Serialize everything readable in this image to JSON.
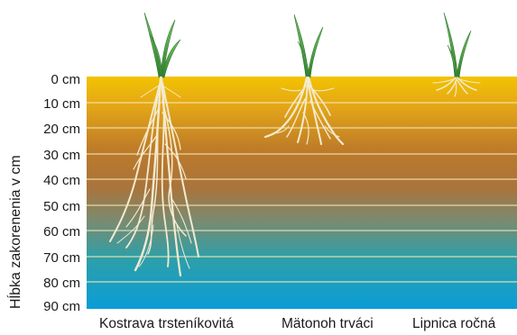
{
  "y_axis_label": "Hĺbka zakorenenia v cm",
  "depth_ticks": [
    "0 cm",
    "10 cm",
    "20 cm",
    "30 cm",
    "40 cm",
    "50 cm",
    "60 cm",
    "70 cm",
    "80 cm",
    "90 cm"
  ],
  "plants": [
    {
      "name": "Kostrava trsteníkovitá"
    },
    {
      "name": "Mätonoh trváci"
    },
    {
      "name": "Lipnica ročná"
    }
  ],
  "colors": {
    "soil_top": "#f2c300",
    "soil_mid": "#b9742c",
    "soil_low": "#3d9ca5",
    "soil_bottom": "#0a9dd8",
    "root": "#f4ead0",
    "leaf": "#4fa046",
    "leaf_dark": "#2f7d2e",
    "grid": "#f7e7b8"
  }
}
